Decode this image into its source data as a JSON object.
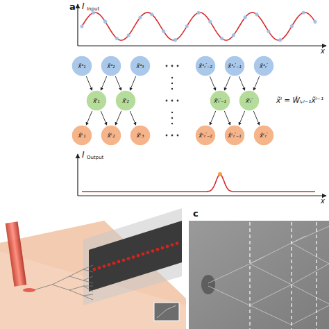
{
  "diagram": {
    "nodes": [
      {
        "text": [
          "x̃¹₁"
        ]
      },
      {
        "text": [
          "x̃¹₂"
        ]
      },
      {
        "text": [
          "x̃¹₃"
        ]
      },
      {
        "text": [
          "x̃¹ᵣ′₋₂"
        ]
      },
      {
        "text": [
          "x̃¹ᵣ′₋₁"
        ]
      },
      {
        "text": [
          "x̃¹ᵣ′"
        ]
      },
      {
        "text": [
          "x̃ˡ₁"
        ]
      },
      {
        "text": [
          "x̃ˡ₂"
        ]
      },
      {
        "text": [
          "x̃ˡᵣ′₋₁"
        ]
      },
      {
        "text": [
          "x̃ˡᵣ′"
        ]
      },
      {
        "text": [
          "x̃ᴸ₁"
        ]
      },
      {
        "text": [
          "x̃ᴸ₂"
        ]
      },
      {
        "text": [
          "x̃ᴸ₃"
        ]
      },
      {
        "text": [
          "x̃ᴸᵣ′₋₂"
        ]
      },
      {
        "text": [
          "x̃ᴸᵣ′₋₁"
        ]
      },
      {
        "text": [
          "x̃ᴸᵣ′"
        ]
      }
    ],
    "edges": [
      {
        "from": 0,
        "to": 6,
        "arrow": "to"
      },
      {
        "from": 1,
        "to": 6,
        "arrow": "to"
      },
      {
        "from": 1,
        "to": 7,
        "arrow": "to"
      },
      {
        "from": 2,
        "to": 7,
        "arrow": "to"
      },
      {
        "from": 3,
        "to": 8,
        "arrow": "to"
      },
      {
        "from": 4,
        "to": 8,
        "arrow": "to"
      },
      {
        "from": 4,
        "to": 9,
        "arrow": "to"
      },
      {
        "from": 5,
        "to": 9,
        "arrow": "to"
      },
      {
        "from": 6,
        "to": 10,
        "arrow": "to"
      },
      {
        "from": 6,
        "to": 11,
        "arrow": "to"
      },
      {
        "from": 7,
        "to": 11,
        "arrow": "to"
      },
      {
        "from": 7,
        "to": 12,
        "arrow": "to"
      },
      {
        "from": 8,
        "to": 13,
        "arrow": "to"
      },
      {
        "from": 8,
        "to": 14,
        "arrow": "to"
      },
      {
        "from": 9,
        "to": 14,
        "arrow": "to"
      },
      {
        "from": 9,
        "to": 15,
        "arrow": "to"
      }
    ],
    "labels": [
      "a",
      "I",
      "Input",
      "x",
      "x̃ˡ = W̃ₗ,ₗ₋₁x̃ˡ⁻¹",
      "I",
      "Output",
      "x",
      "c"
    ]
  }
}
